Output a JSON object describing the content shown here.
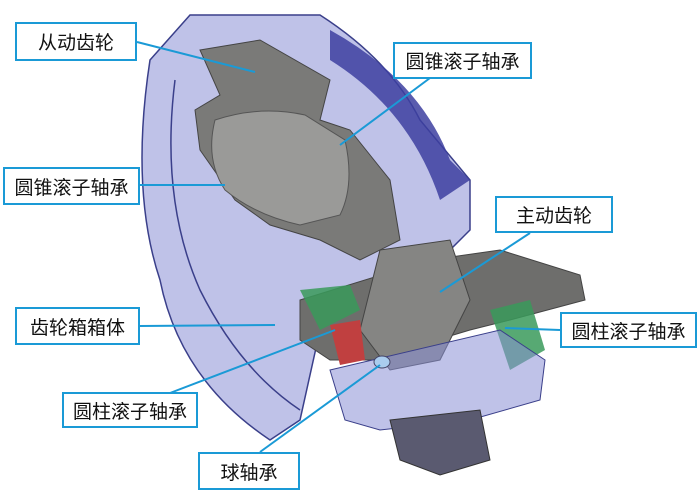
{
  "labels": {
    "driven_gear": "从动齿轮",
    "tapered_bearing_top": "圆锥滚子轴承",
    "tapered_bearing_left": "圆锥滚子轴承",
    "driving_gear": "主动齿轮",
    "gearbox_housing": "齿轮箱箱体",
    "cylindrical_bearing_right": "圆柱滚子轴承",
    "cylindrical_bearing_left": "圆柱滚子轴承",
    "ball_bearing": "球轴承"
  },
  "colors": {
    "label_border": "#1a9ad6",
    "housing": "#6a6fc0",
    "gear": "#7a7a78",
    "seal": "#3a9a5a"
  }
}
